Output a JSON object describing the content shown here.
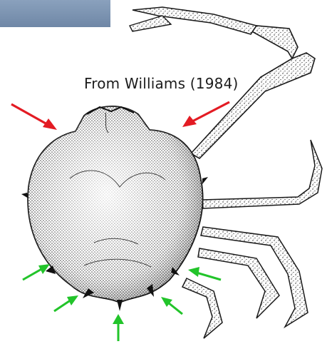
{
  "caption": "From Williams (1984)",
  "colors": {
    "header_band": "#7890ad",
    "ink": "#1a1a1a",
    "carapace_shade": "#cfcfcf",
    "red_arrow": "#e31b23",
    "green_arrow": "#22c42a"
  },
  "figure": {
    "subject_icon": "spider-crab-illustration",
    "red_arrow_count": 2,
    "green_arrow_count": 5
  }
}
